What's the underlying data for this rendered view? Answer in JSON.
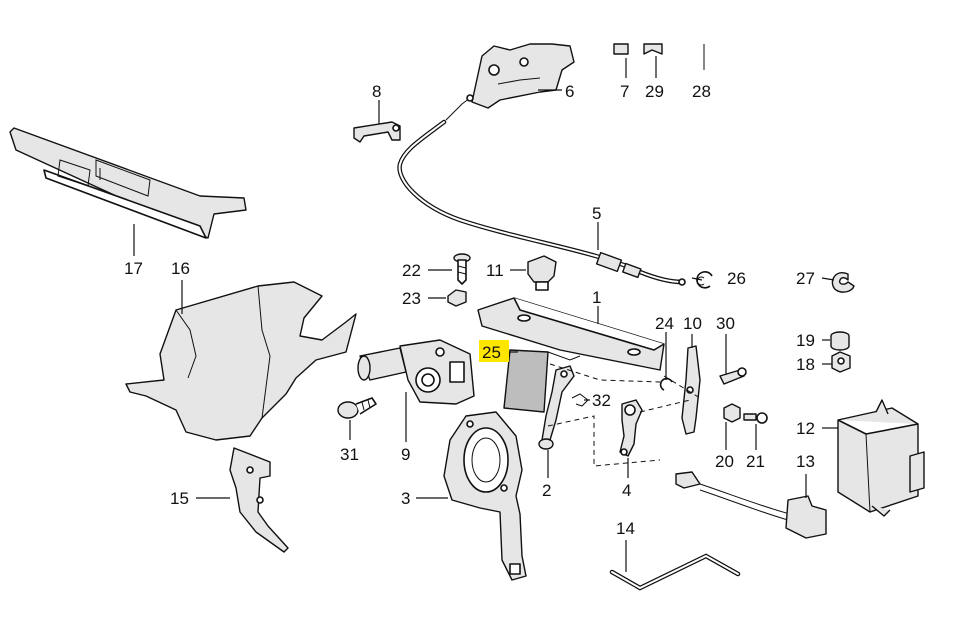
{
  "diagram": {
    "highlight_color": "#ffe600",
    "labels": [
      {
        "id": "1",
        "text": "1"
      },
      {
        "id": "2",
        "text": "2"
      },
      {
        "id": "3",
        "text": "3"
      },
      {
        "id": "4",
        "text": "4"
      },
      {
        "id": "5",
        "text": "5"
      },
      {
        "id": "6",
        "text": "6"
      },
      {
        "id": "7",
        "text": "7"
      },
      {
        "id": "8",
        "text": "8"
      },
      {
        "id": "9",
        "text": "9"
      },
      {
        "id": "10",
        "text": "10"
      },
      {
        "id": "11",
        "text": "11"
      },
      {
        "id": "12",
        "text": "12"
      },
      {
        "id": "13",
        "text": "13"
      },
      {
        "id": "14",
        "text": "14"
      },
      {
        "id": "15",
        "text": "15"
      },
      {
        "id": "16",
        "text": "16"
      },
      {
        "id": "17",
        "text": "17"
      },
      {
        "id": "18",
        "text": "18"
      },
      {
        "id": "19",
        "text": "19"
      },
      {
        "id": "20",
        "text": "20"
      },
      {
        "id": "21",
        "text": "21"
      },
      {
        "id": "22",
        "text": "22"
      },
      {
        "id": "23",
        "text": "23"
      },
      {
        "id": "24",
        "text": "24"
      },
      {
        "id": "25",
        "text": "25",
        "highlighted": true
      },
      {
        "id": "26",
        "text": "26"
      },
      {
        "id": "27",
        "text": "27"
      },
      {
        "id": "28",
        "text": "28"
      },
      {
        "id": "29",
        "text": "29"
      },
      {
        "id": "30",
        "text": "30"
      },
      {
        "id": "31",
        "text": "31"
      },
      {
        "id": "32",
        "text": "32"
      }
    ]
  }
}
